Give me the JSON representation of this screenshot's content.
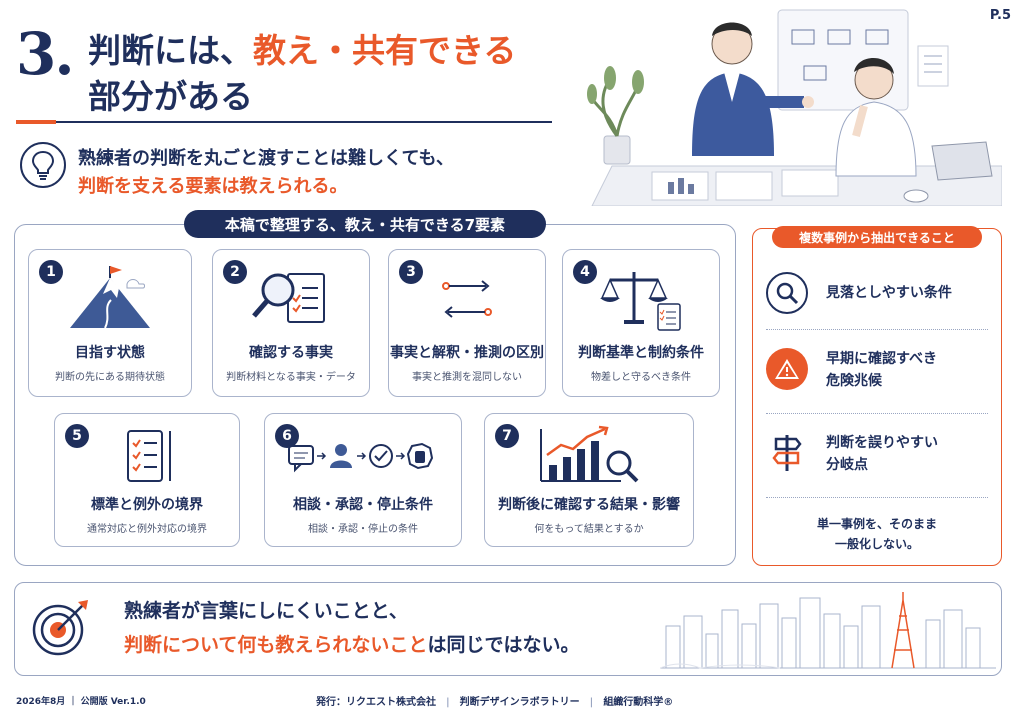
{
  "page_number": "P.5",
  "title": {
    "number": "3",
    "line1_navy": "判断には、",
    "line1_orange": "教え・共有できる",
    "line2": "部分がある"
  },
  "lead": {
    "line1": "熟練者の判断を丸ごと渡すことは難しくても、",
    "line2": "判断を支える要素は教えられる。",
    "icon": "lightbulb-icon"
  },
  "main": {
    "badge": "本稿で整理する、教え・共有できる7要素",
    "cards": [
      {
        "num": "1",
        "title": "目指す状態",
        "sub": "判断の先にある期待状態",
        "icon": "mountain-flag-icon"
      },
      {
        "num": "2",
        "title": "確認する事実",
        "sub": "判断材料となる事実・データ",
        "icon": "magnifier-checklist-icon"
      },
      {
        "num": "3",
        "title": "事実と解釈・推測の区別",
        "sub": "事実と推測を混同しない",
        "icon": "arrows-icon"
      },
      {
        "num": "4",
        "title": "判断基準と制約条件",
        "sub": "物差しと守るべき条件",
        "icon": "scales-icon"
      },
      {
        "num": "5",
        "title": "標準と例外の境界",
        "sub": "通常対応と例外対応の境界",
        "icon": "checklist-icon"
      },
      {
        "num": "6",
        "title": "相談・承認・停止条件",
        "sub": "相談・承認・停止の条件",
        "icon": "flow-icon"
      },
      {
        "num": "7",
        "title": "判断後に確認する結果・影響",
        "sub": "何をもって結果とするか",
        "icon": "chart-magnifier-icon"
      }
    ]
  },
  "side": {
    "badge": "複数事例から抽出できること",
    "items": [
      {
        "text1": "見落としやすい条件",
        "text2": "",
        "icon": "search-icon"
      },
      {
        "text1": "早期に確認すべき",
        "text2": "危険兆候",
        "icon": "warning-icon"
      },
      {
        "text1": "判断を誤りやすい",
        "text2": "分岐点",
        "icon": "signpost-icon"
      }
    ],
    "note1": "単一事例を、そのまま",
    "note2": "一般化しない。"
  },
  "bottom": {
    "line1": "熟練者が言葉にしにくいことと、",
    "line2_orange": "判断について何も教えられないこと",
    "line2_navy": "は同じではない。",
    "icon": "target-icon"
  },
  "footer": {
    "left": "2026年8月 ｜ 公開版 Ver.1.0",
    "publisher": "発行：リクエスト株式会社",
    "lab": "判断デザインラボラトリー",
    "science": "組織行動科学®"
  },
  "colors": {
    "navy": "#1f2f5c",
    "orange": "#e9592a",
    "border": "#9aa6c2"
  }
}
